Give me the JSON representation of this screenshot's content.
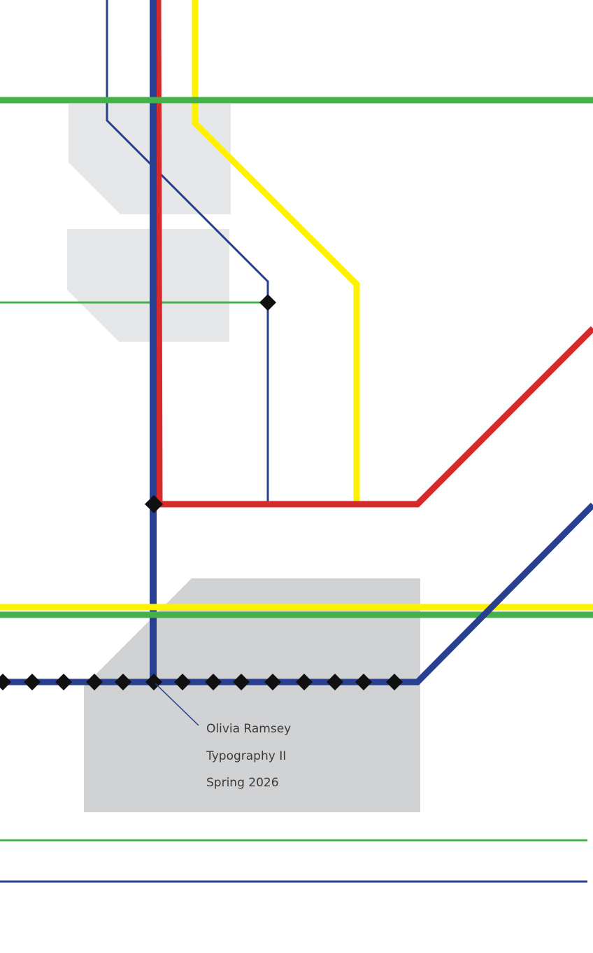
{
  "colors": {
    "blue": "#293f8f",
    "red": "#d42a2c",
    "yellow": "#fff200",
    "green": "#46b04a",
    "black": "#111111",
    "light_gray": "#e6e7e8",
    "gray": "#d1d2d4",
    "text": "#3a3a3a"
  },
  "caption": {
    "name": "Olivia Ramsey",
    "course": "Typography II",
    "term": "Spring 2026"
  }
}
